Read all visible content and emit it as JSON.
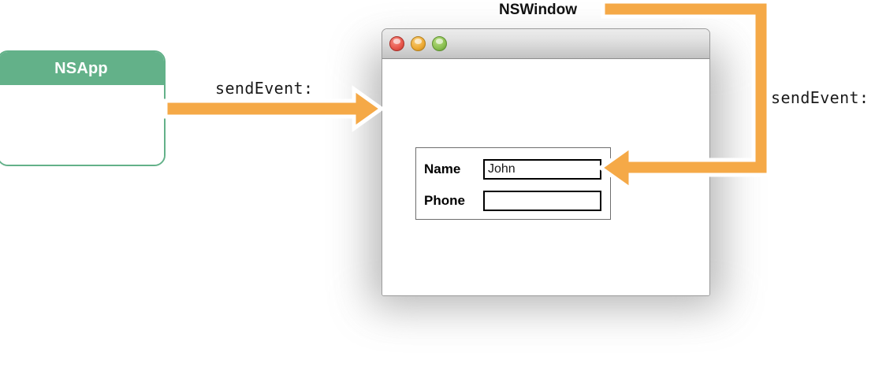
{
  "diagram": {
    "title_label": "NSWindow",
    "app_box": {
      "title": "NSApp",
      "header_color": "#63b189",
      "border_color": "#63b189",
      "body_color": "#ffffff"
    },
    "window": {
      "titlebar_buttons": [
        {
          "name": "close",
          "color": "#e8564b"
        },
        {
          "name": "minimize",
          "color": "#eeab34"
        },
        {
          "name": "zoom",
          "color": "#8cc152"
        }
      ],
      "form": {
        "fields": [
          {
            "label": "Name",
            "value": "John",
            "placeholder": ""
          },
          {
            "label": "Phone",
            "value": "",
            "placeholder": ""
          }
        ]
      }
    },
    "arrows": [
      {
        "id": "app-to-window",
        "label": "sendEvent:",
        "color": "#f5a947",
        "outline": "#ffffff",
        "direction": "right",
        "from": "NSApp",
        "to": "NSWindow"
      },
      {
        "id": "window-to-field",
        "label": "sendEvent:",
        "color": "#f5a947",
        "outline": "#ffffff",
        "direction": "left",
        "from": "NSWindow",
        "to": "Name field"
      }
    ]
  }
}
